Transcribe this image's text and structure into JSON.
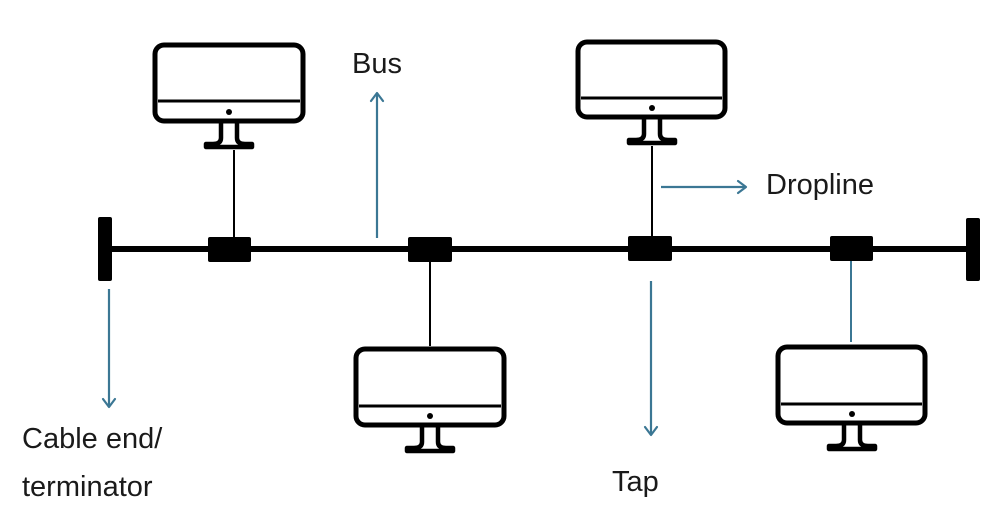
{
  "labels": {
    "bus": "Bus",
    "dropline": "Dropline",
    "tap": "Tap",
    "cable_end_line1": "Cable end/",
    "cable_end_line2": "terminator"
  },
  "colors": {
    "line": "#000000",
    "arrow": "#3b7794",
    "text": "#1a1a1a",
    "background": "#ffffff"
  },
  "icons": [
    "monitor-icon",
    "terminator",
    "tap-connector",
    "arrow"
  ]
}
